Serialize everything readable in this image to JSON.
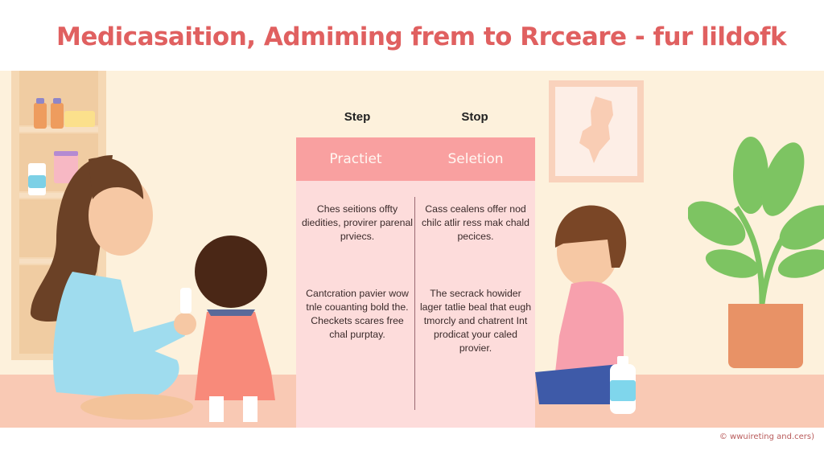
{
  "title": "Medicasaition, Admiming frem to Rrceare - fur lildofk",
  "steps": {
    "column_labels": [
      "Step",
      "Stop"
    ],
    "headers": [
      "Practiet",
      "Seletion"
    ],
    "rows": [
      {
        "left": "Ches seitions offty diedities, provirer parenal prviecs.",
        "right": "Cass cealens offer nod chilc atlir ress mak chald pecices."
      },
      {
        "left": "Cantcration pavier wow tnle couanting bold the. Checkets scares free chal purptay.",
        "right": "The secrack howider lager tatlie beal that eugh tmorcly and chatrent Int prodicat your caled provier."
      }
    ]
  },
  "credit": "© wwuireting and.cers)",
  "colors": {
    "title": "#e06060",
    "wall": "#fdf1dc",
    "floor": "#f9c9b4",
    "card_header": "#f9a0a0",
    "card_body": "#fddcdb",
    "plant": "#7dc462",
    "pot": "#e89266"
  },
  "illustration": {
    "icons": [
      "shelf-icon",
      "medicine-bottle-icon",
      "mother-figure-icon",
      "toddler-figure-icon",
      "child-figure-icon",
      "water-bottle-icon",
      "map-frame-icon",
      "potted-plant-icon"
    ]
  }
}
